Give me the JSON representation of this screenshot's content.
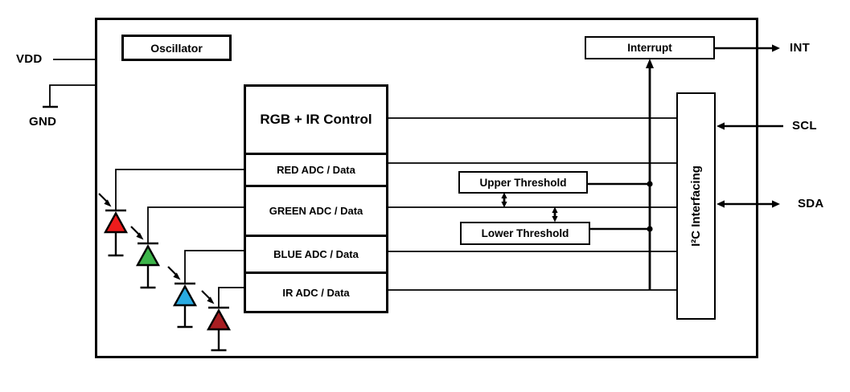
{
  "diagram": {
    "background": "#ffffff",
    "line_color": "#000000"
  },
  "pins": {
    "vdd": {
      "label": "VDD"
    },
    "gnd": {
      "label": "GND"
    },
    "int": {
      "label": "INT"
    },
    "scl": {
      "label": "SCL"
    },
    "sda": {
      "label": "SDA"
    }
  },
  "blocks": {
    "oscillator": {
      "label": "Oscillator"
    },
    "control": {
      "label": "RGB + IR Control"
    },
    "adc_rows": [
      {
        "label": "RED ADC / Data"
      },
      {
        "label": "GREEN ADC / Data"
      },
      {
        "label": "BLUE ADC / Data"
      },
      {
        "label": "IR ADC / Data"
      }
    ],
    "upper_threshold": {
      "label": "Upper Threshold"
    },
    "lower_threshold": {
      "label": "Lower Threshold"
    },
    "interrupt": {
      "label": "Interrupt"
    },
    "i2c": {
      "label": "I²C Interfacing"
    }
  },
  "photodiodes": [
    {
      "name": "red photodiode",
      "color": "#ed1c1c"
    },
    {
      "name": "green photodiode",
      "color": "#3db54a"
    },
    {
      "name": "blue photodiode",
      "color": "#29abe2"
    },
    {
      "name": "infrared photodiode",
      "color": "#a81e22"
    }
  ]
}
